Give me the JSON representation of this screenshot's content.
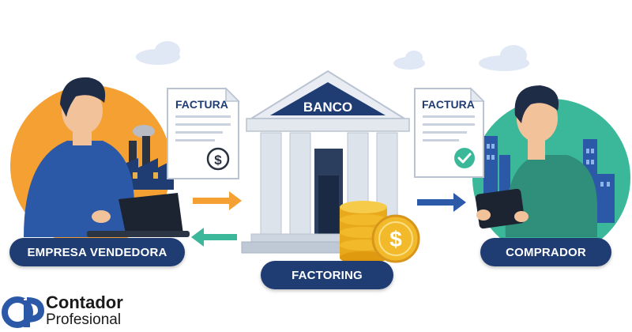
{
  "seller": {
    "label": "EMPRESA VENDEDORA"
  },
  "buyer": {
    "label": "COMPRADOR"
  },
  "bank": {
    "label": "BANCO"
  },
  "process": {
    "label": "FACTORING"
  },
  "invoice_left": {
    "title": "FACTURA",
    "icon": "dollar-circle-icon"
  },
  "invoice_right": {
    "title": "FACTURA",
    "icon": "check-circle-icon"
  },
  "brand": {
    "line1": "Contador",
    "line2": "Profesional"
  },
  "colors": {
    "navy": "#1f3d73",
    "orange": "#f5a033",
    "teal": "#3bb89a",
    "gold": "#f2b92a",
    "arrow_blue": "#2d5aa8"
  }
}
